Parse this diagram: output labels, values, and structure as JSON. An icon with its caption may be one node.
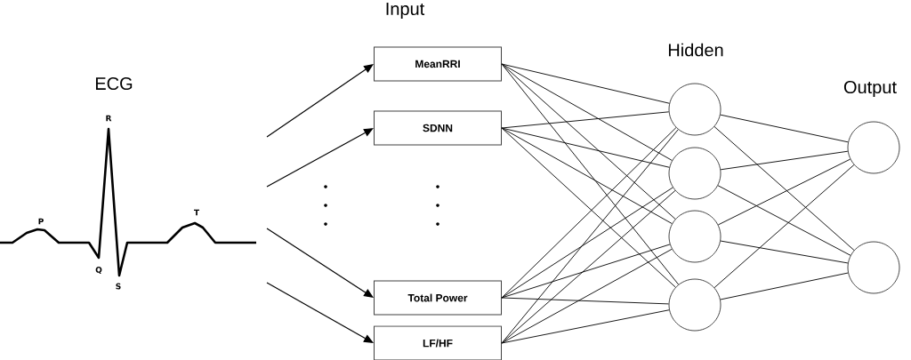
{
  "diagram": {
    "nodes": [
      {
        "text": [
          "MeanRRI"
        ]
      },
      {
        "text": [
          "SDNN"
        ]
      },
      {
        "text": [
          "Total Power"
        ]
      },
      {
        "text": [
          "LF/HF"
        ]
      },
      {
        "text": [],
        "shape": "circle"
      },
      {
        "text": [],
        "shape": "circle"
      },
      {
        "text": [],
        "shape": "circle"
      },
      {
        "text": [],
        "shape": "circle"
      },
      {
        "text": [],
        "shape": "circle"
      },
      {
        "text": [],
        "shape": "circle"
      }
    ],
    "edges": [
      {
        "from": null,
        "to": 0,
        "arrow": "to"
      },
      {
        "from": null,
        "to": 1,
        "arrow": "to"
      },
      {
        "from": null,
        "to": 2,
        "arrow": "to"
      },
      {
        "from": null,
        "to": 3,
        "arrow": "to"
      },
      {
        "from": 0,
        "to": 4,
        "arrow": "none"
      },
      {
        "from": 0,
        "to": 5,
        "arrow": "none"
      },
      {
        "from": 0,
        "to": 6,
        "arrow": "none"
      },
      {
        "from": 0,
        "to": 7,
        "arrow": "none"
      },
      {
        "from": 1,
        "to": 4,
        "arrow": "none"
      },
      {
        "from": 1,
        "to": 5,
        "arrow": "none"
      },
      {
        "from": 1,
        "to": 6,
        "arrow": "none"
      },
      {
        "from": 1,
        "to": 7,
        "arrow": "none"
      },
      {
        "from": 2,
        "to": 4,
        "arrow": "none"
      },
      {
        "from": 2,
        "to": 5,
        "arrow": "none"
      },
      {
        "from": 2,
        "to": 6,
        "arrow": "none"
      },
      {
        "from": 2,
        "to": 7,
        "arrow": "none"
      },
      {
        "from": 3,
        "to": 4,
        "arrow": "none"
      },
      {
        "from": 3,
        "to": 5,
        "arrow": "none"
      },
      {
        "from": 3,
        "to": 6,
        "arrow": "none"
      },
      {
        "from": 3,
        "to": 7,
        "arrow": "none"
      },
      {
        "from": 4,
        "to": 8,
        "arrow": "none"
      },
      {
        "from": 4,
        "to": 9,
        "arrow": "none"
      },
      {
        "from": 5,
        "to": 8,
        "arrow": "none"
      },
      {
        "from": 5,
        "to": 9,
        "arrow": "none"
      },
      {
        "from": 6,
        "to": 8,
        "arrow": "none"
      },
      {
        "from": 6,
        "to": 9,
        "arrow": "none"
      },
      {
        "from": 7,
        "to": 8,
        "arrow": "none"
      },
      {
        "from": 7,
        "to": 9,
        "arrow": "none"
      }
    ],
    "labels": [
      "Input",
      "Hidden",
      "ECG",
      "Output",
      "R",
      "T",
      "P",
      "Q",
      "S"
    ]
  }
}
